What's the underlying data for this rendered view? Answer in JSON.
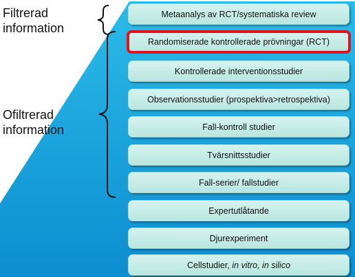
{
  "labels": {
    "filtered": "Filtrerad\ninformation",
    "unfiltered": "Ofiltrerad\ninformation"
  },
  "colors": {
    "pyramid_top": "#29b7e6",
    "pyramid_bottom": "#0e8fd1",
    "level_fill": "#c6ece6",
    "highlight_border": "#e0141f"
  },
  "levels": [
    {
      "text": "Metaanalys av RCT/systematiska review"
    },
    {
      "text": "Randomiserade  kontrollerade prövningar (RCT)",
      "highlighted": true
    },
    {
      "text": "Kontrollerade interventionsstudier"
    },
    {
      "text": "Observationsstudier (prospektiva>retrospektiva)"
    },
    {
      "text": "Fall-kontroll studier"
    },
    {
      "text": "Tvärsnittsstudier"
    },
    {
      "text": "Fall-serier/ fallstudier"
    },
    {
      "text": "Expertutlåtande"
    },
    {
      "text": "Djurexperiment"
    },
    {
      "text": "Cellstudier, ",
      "italic": "in vitro, in silico"
    }
  ]
}
